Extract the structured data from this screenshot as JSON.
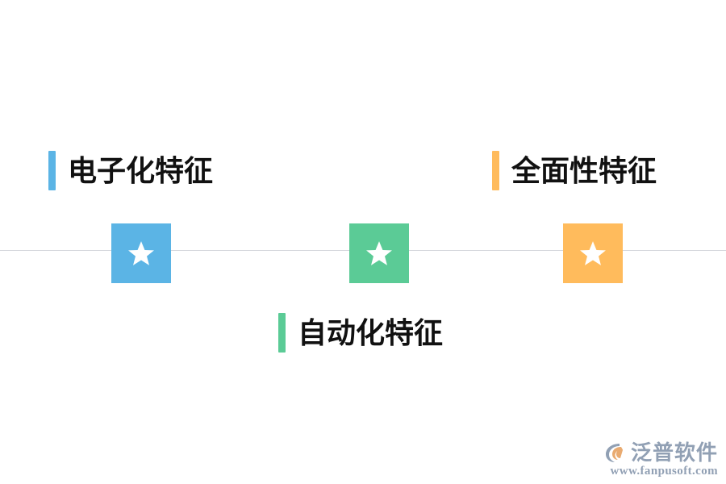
{
  "diagram": {
    "type": "milestone-timeline",
    "background_color": "#ffffff",
    "axis": {
      "color": "#d5d8dd",
      "orientation": "horizontal"
    },
    "milestones": [
      {
        "id": "milestone-1",
        "icon": "star-icon",
        "color": "#5bb4e5",
        "position": "above-axis-left",
        "label": "电子化特征",
        "label_position": "above"
      },
      {
        "id": "milestone-2",
        "icon": "star-icon",
        "color": "#5bcb96",
        "position": "on-axis-center",
        "label": "自动化特征",
        "label_position": "below"
      },
      {
        "id": "milestone-3",
        "icon": "star-icon",
        "color": "#ffbb5c",
        "position": "above-axis-right",
        "label": "全面性特征",
        "label_position": "above"
      }
    ]
  },
  "watermark": {
    "brand": "泛普软件",
    "url": "www.fanpusoft.com",
    "color": "#8c9bb0",
    "logo_icon": "fanpu-logo-icon",
    "logo_accent_color": "#e8a76a"
  }
}
